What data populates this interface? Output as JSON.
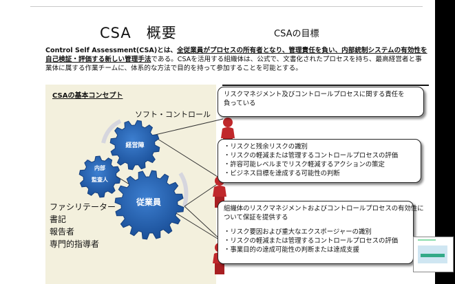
{
  "slide": {
    "title": "CSA　概要",
    "subtitle": "CSAの目標"
  },
  "intro": {
    "p1": "Control Self Assessment(CSA)とは、",
    "p2": "全従業員がプロセスの所有者となり、管理責任を負い、内部統制システムの有効性を自己検証・評価する新しい管理手法",
    "p3": "である。CSAを活用する組織体は、公式で、文書化されたプロセスを持ち、最高経営者と事業体に属する作業チームに、体系的な方法で目的を持って参加することを可能とする。"
  },
  "concept": {
    "title": "CSAの基本コンセプト",
    "soft_control": "ソフト・コントロール",
    "gears": {
      "management": "経営陣",
      "auditor_l1": "内部",
      "auditor_l2": "監査人",
      "employees": "従業員"
    },
    "roles": [
      "ファシリテーター",
      "書記",
      "報告者",
      "専門的指導者"
    ]
  },
  "callouts": [
    {
      "lines": [
        "リスクマネジメント及びコントロールプロセスに関する責任を",
        "負っている"
      ]
    },
    {
      "lines": [
        "・リスクと残余リスクの識別",
        "・リスクの軽減または管理するコントロールプロセスの評価",
        "・許容可能レベルまでリスク軽減するアクションの策定",
        "・ビジネス目標を達成する可能性の判断"
      ]
    },
    {
      "lines": [
        "組織体のリスクマネジメントおよびコントロールプロセスの有効性に",
        "ついて保証を提供する",
        "",
        "・リスク要因および重大なエクスポージャーの識別",
        "・リスクの軽減または管理するコントロールプロセスの評価",
        "・事業目的の達成可能性の判断または達成支援"
      ]
    }
  ],
  "colors": {
    "gear": "#1f5aa8",
    "gear_dark": "#143f7e",
    "person": "#c0282b",
    "concept_bg": "#f3f0dd",
    "arrow": "#d6d6de"
  }
}
